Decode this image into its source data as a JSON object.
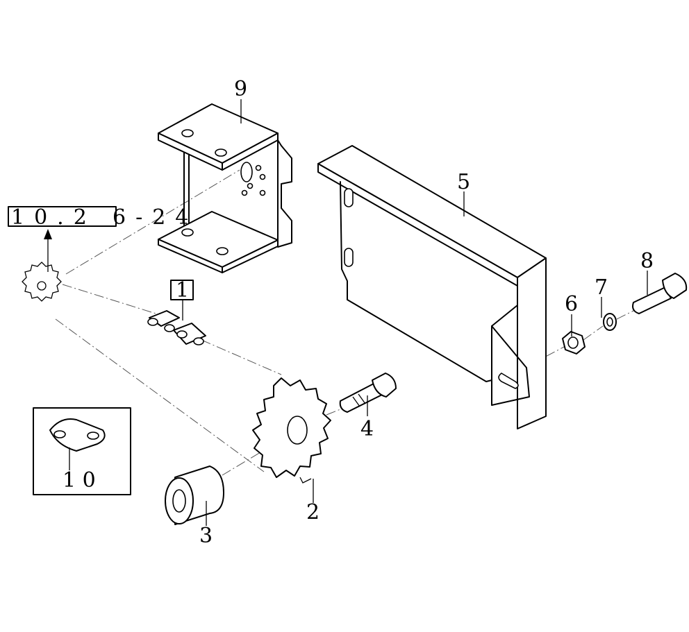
{
  "callouts": {
    "c1": "1",
    "c2": "2",
    "c3": "3",
    "c4": "4",
    "c5": "5",
    "c6": "6",
    "c7": "7",
    "c8": "8",
    "c9": "9",
    "c10": "10"
  },
  "reference": {
    "part1": "10.2",
    "part2": "6-24"
  },
  "inset": {
    "label": "1 0"
  }
}
